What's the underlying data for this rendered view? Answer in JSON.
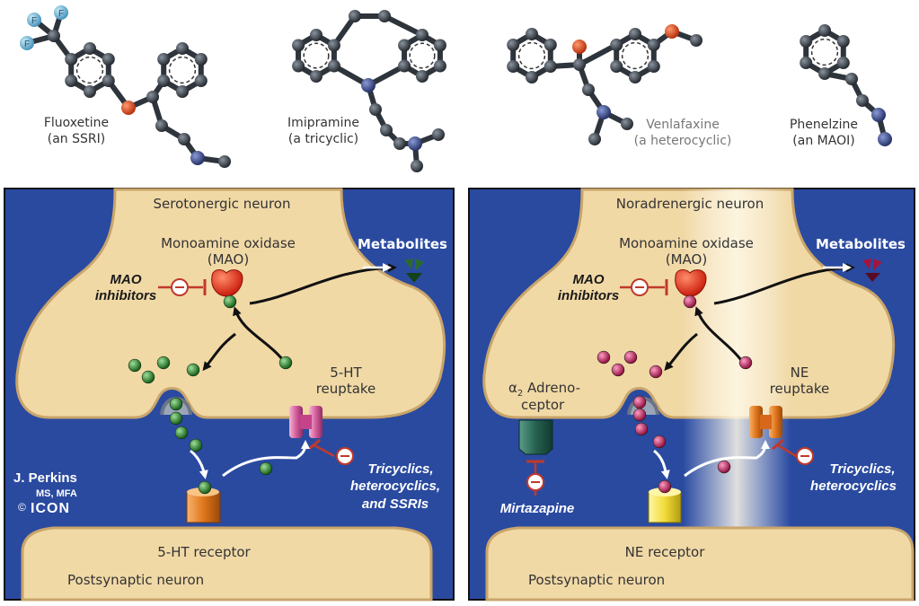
{
  "molecules": [
    {
      "name": "Fluoxetine",
      "class": "(an SSRI)",
      "atom_labels": [
        "F",
        "F",
        "F"
      ]
    },
    {
      "name": "Imipramine",
      "class": "(a tricyclic)"
    },
    {
      "name": "Venlafaxine",
      "class": "(a heterocyclic)"
    },
    {
      "name": "Phenelzine",
      "class": "(an MAOI)"
    }
  ],
  "left_panel": {
    "neuron_title": "Serotonergic neuron",
    "enzyme_line1": "Monoamine oxidase",
    "enzyme_line2": "(MAO)",
    "metabolites": "Metabolites",
    "inhibitor_line1": "MAO",
    "inhibitor_line2": "inhibitors",
    "reuptake_line1": "5-HT",
    "reuptake_line2": "reuptake",
    "blocker_line1": "Tricyclics,",
    "blocker_line2": "heterocyclics,",
    "blocker_line3": "and SSRIs",
    "receptor_label": "5-HT receptor",
    "postsynaptic_label": "Postsynaptic neuron",
    "transmitter_color": "#2e8a2e"
  },
  "right_panel": {
    "neuron_title": "Noradrenergic neuron",
    "enzyme_line1": "Monoamine oxidase",
    "enzyme_line2": "(MAO)",
    "metabolites": "Metabolites",
    "inhibitor_line1": "MAO",
    "inhibitor_line2": "inhibitors",
    "alpha_symbol": "α",
    "alpha_sub": "2",
    "alpha_line1_rest": " Adreno-",
    "alpha_line2": "ceptor",
    "mirtazapine": "Mirtazapine",
    "reuptake_line1": "NE",
    "reuptake_line2": "reuptake",
    "blocker_line1": "Tricyclics,",
    "blocker_line2": "heterocyclics",
    "receptor_label": "NE receptor",
    "postsynaptic_label": "Postsynaptic neuron",
    "transmitter_color": "#c2185b"
  },
  "credit": {
    "name": "J. Perkins",
    "degrees": "MS, MFA",
    "symbol": "©",
    "logo": "ICON"
  },
  "colors": {
    "background_blue": "#2a4aa0",
    "neuron_tan": "#f1d9a6",
    "neuron_edge": "#c9a56a",
    "mao_red": "#e8331c",
    "inhibit_red": "#c0392b",
    "atom_gray": "#3c434c",
    "oxygen": "#e0441c",
    "nitrogen": "#3d4d8a",
    "fluorine": "#6ab3d6"
  }
}
